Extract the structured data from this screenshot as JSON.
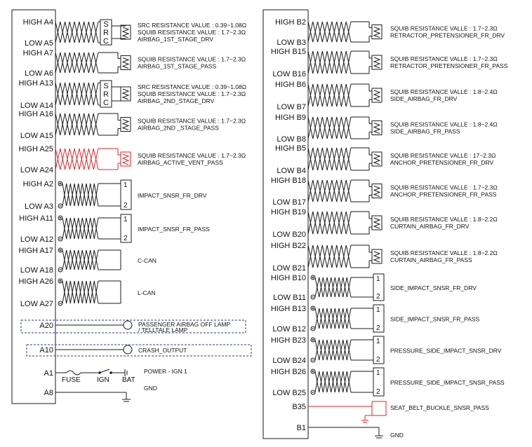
{
  "left_connector": {
    "groups": [
      {
        "type": "squib_src",
        "high": "HIGH  A4",
        "low": "LOW  A5",
        "src_letters": [
          "S",
          "R",
          "C"
        ],
        "lines": [
          "SRC RESISTANCE VALUE : 0.39~1.08Ω",
          "SQUIB RESISTANCE VALUE : 1.7~2.3Ω",
          "AIRBAG_1ST_STAGE_DRV"
        ]
      },
      {
        "type": "squib",
        "high": "HIGH  A7",
        "low": "LOW  A6",
        "lines": [
          "SQUIB RESISTANCE VALUE : 1.7~2.3Ω",
          "AIRBAG_1ST_STAGE_PASS"
        ]
      },
      {
        "type": "squib_src",
        "high": "HIGH  A13",
        "low": "LOW  A14",
        "src_letters": [
          "S",
          "R",
          "C"
        ],
        "lines": [
          "SRC RESISTANCE VALUE : 0.39~1.08Ω",
          "SQUIB RESISTANCE VALUE : 1.7~2.3Ω",
          "AIRBAG_2ND_STAGE_DRV"
        ]
      },
      {
        "type": "squib",
        "high": "HIGH  A16",
        "low": "LOW  A15",
        "lines": [
          "SQUIB RESISTANCE VALUE : 1.7~2.3Ω",
          "AIRBAG_2ND _STAGE_PASS"
        ]
      },
      {
        "type": "squib",
        "high": "HIGH  A25",
        "low": "LOW  A24",
        "highlight": true,
        "lines": [
          "SQUIB RESISTANCE VALUE : 1.7~2.3Ω",
          "AIRBAG_ACTIVE_VENT_PASS"
        ]
      },
      {
        "type": "sensor",
        "high": "HIGH  A2",
        "low": "LOW  A3",
        "pins": [
          "1",
          "2"
        ],
        "lines": [
          "IMPACT_SNSR_FR_DRV"
        ]
      },
      {
        "type": "sensor",
        "high": "HIGH  A11",
        "low": "LOW  A12",
        "pins": [
          "1",
          "2"
        ],
        "lines": [
          "IMPACT_SNSR_FR_PASS"
        ]
      },
      {
        "type": "bus",
        "high": "HIGH  A17",
        "low": "LOW  A18",
        "lines": [
          "C-CAN"
        ]
      },
      {
        "type": "bus",
        "high": "HIGH  A26",
        "low": "LOW  A27",
        "lines": [
          "L-CAN"
        ]
      }
    ],
    "lamp": {
      "pin": "A20",
      "lines": [
        "PASSENGER AIRBAG OFF LAMP",
        "/ TELLTALE LAMP"
      ]
    },
    "crash": {
      "pin": "A10",
      "label": "CRASH_OUTPUT"
    },
    "power": {
      "pin": "A1",
      "fuse": "FUSE",
      "ign": "IGN",
      "bat": "BAT",
      "label": "POWER - IGN 1"
    },
    "gnd": {
      "pin": "A8",
      "label": "GND"
    }
  },
  "right_connector": {
    "groups": [
      {
        "type": "squib",
        "high": "HIGH  B2",
        "low": "LOW  B3",
        "lines": [
          "SQUIB RESISTANCE VALLE : 1.7~2.3Ω",
          "RETRACTOR_PRETENSIONER_FR_DRV"
        ]
      },
      {
        "type": "squib",
        "high": "HIGH  B15",
        "low": "LOW  B16",
        "lines": [
          "SQUIB RESISTANCE VALLE : 1.7~2.3Ω",
          "RETRACTOR_PRETENSIONER_FR_PASS"
        ]
      },
      {
        "type": "squib",
        "high": "HIGH  B6",
        "low": "LOW  B7",
        "lines": [
          "SQUIB RESISTANCE VALLE : 1.8~2.4Ω",
          "SIDE_AIRBAG_FR_DRV"
        ]
      },
      {
        "type": "squib",
        "high": "HIGH  B9",
        "low": "LOW  B8",
        "lines": [
          "SQUIB RESISTANCE VALLE : 1.8~2.4Ω",
          "SIDE_AIRBAG_FR_PASS"
        ]
      },
      {
        "type": "squib",
        "high": "HIGH  B5",
        "low": "LOW  B4",
        "lines": [
          "SQUIB RESISTANCE VALLE : 17~2.3Ω",
          "ANCHOR_PRETENSIONER_FR_DRV"
        ]
      },
      {
        "type": "squib",
        "high": "HIGH  B18",
        "low": "LOW  B17",
        "lines": [
          "SQUIB RESISTANCE VALLE : 1.7~2.3Ω",
          "ANCHOR_PRETENSIONER_FR_PASS"
        ]
      },
      {
        "type": "squib",
        "high": "HIGH  B19",
        "low": "LOW  B20",
        "lines": [
          "SQUIB RESISTANCE VALLE : 1.8~2.2Ω",
          "CURTAIN_AIRBAG_FR_DRV"
        ]
      },
      {
        "type": "squib",
        "high": "HIGH  B22",
        "low": "LOW  B21",
        "lines": [
          "SQUIB RESISTANCE VALLE : 1.8~2.2Ω",
          "CURTAIN_AIRBAG_FR_PASS"
        ]
      },
      {
        "type": "sensor",
        "high": "HIGH  B10",
        "low": "LOW  B11",
        "pins": [
          "1",
          "2"
        ],
        "lines": [
          "SIDE_IMPACT_SNSR_FR_DRV"
        ]
      },
      {
        "type": "sensor",
        "high": "HIGH  B13",
        "low": "LOW  B12",
        "pins": [
          "1",
          "2"
        ],
        "lines": [
          "SIDE_IMPACT_SNSR_FR_PASS"
        ]
      },
      {
        "type": "sensor",
        "high": "HIGH  B23",
        "low": "LOW  B24",
        "pins": [
          "1",
          "2"
        ],
        "lines": [
          "PRESSURE_SIDE_IMPACT_SNSR_DRV"
        ]
      },
      {
        "type": "sensor",
        "high": "HIGH  B26",
        "low": "LOW  B25",
        "pins": [
          "1",
          "2"
        ],
        "lines": [
          "PRESSURE_SIDE_IMPACT_SNSR_PASS"
        ]
      }
    ],
    "buckle": {
      "pin": "B35",
      "label": "SEAT_BELT_BUCKLE_SNSR_PASS"
    },
    "gnd": {
      "pin": "B1",
      "label": "GND"
    }
  },
  "colors": {
    "line": "#1a1a1a",
    "highlight": "#e0262b",
    "dash": "#2a3a8a"
  }
}
